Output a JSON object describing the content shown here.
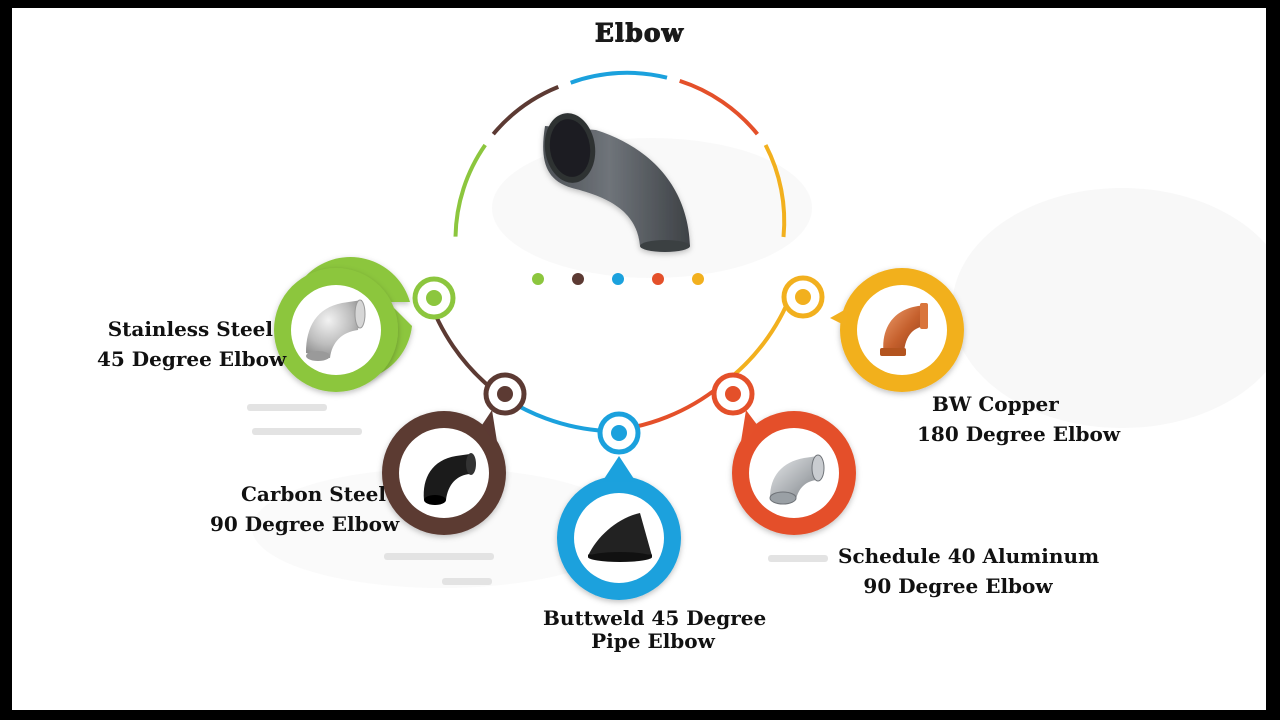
{
  "title": "Elbow",
  "colors": {
    "green": "#8cc63e",
    "brown": "#5c3a33",
    "blue": "#1ba1dd",
    "red": "#e4502a",
    "yellow": "#f2b01e"
  },
  "center": {
    "icon": "pipe-elbow-90-gray"
  },
  "items": [
    {
      "key": "stainless",
      "line1": "Stainless Steel",
      "line2": "45 Degree Elbow",
      "icon": "pipe-elbow-45-silver"
    },
    {
      "key": "carbon",
      "line1": "Carbon Steel",
      "line2": "90 Degree Elbow",
      "icon": "pipe-elbow-90-black"
    },
    {
      "key": "buttweld",
      "line1": "Buttweld 45 Degree",
      "line2": "Pipe Elbow",
      "icon": "pipe-elbow-45-black"
    },
    {
      "key": "aluminum",
      "line1": "Schedule 40 Aluminum",
      "line2": "90 Degree Elbow",
      "icon": "pipe-elbow-90-galvanized"
    },
    {
      "key": "copper",
      "line1": "BW Copper",
      "line2": "180 Degree Elbow",
      "icon": "pipe-elbow-90-copper"
    }
  ]
}
